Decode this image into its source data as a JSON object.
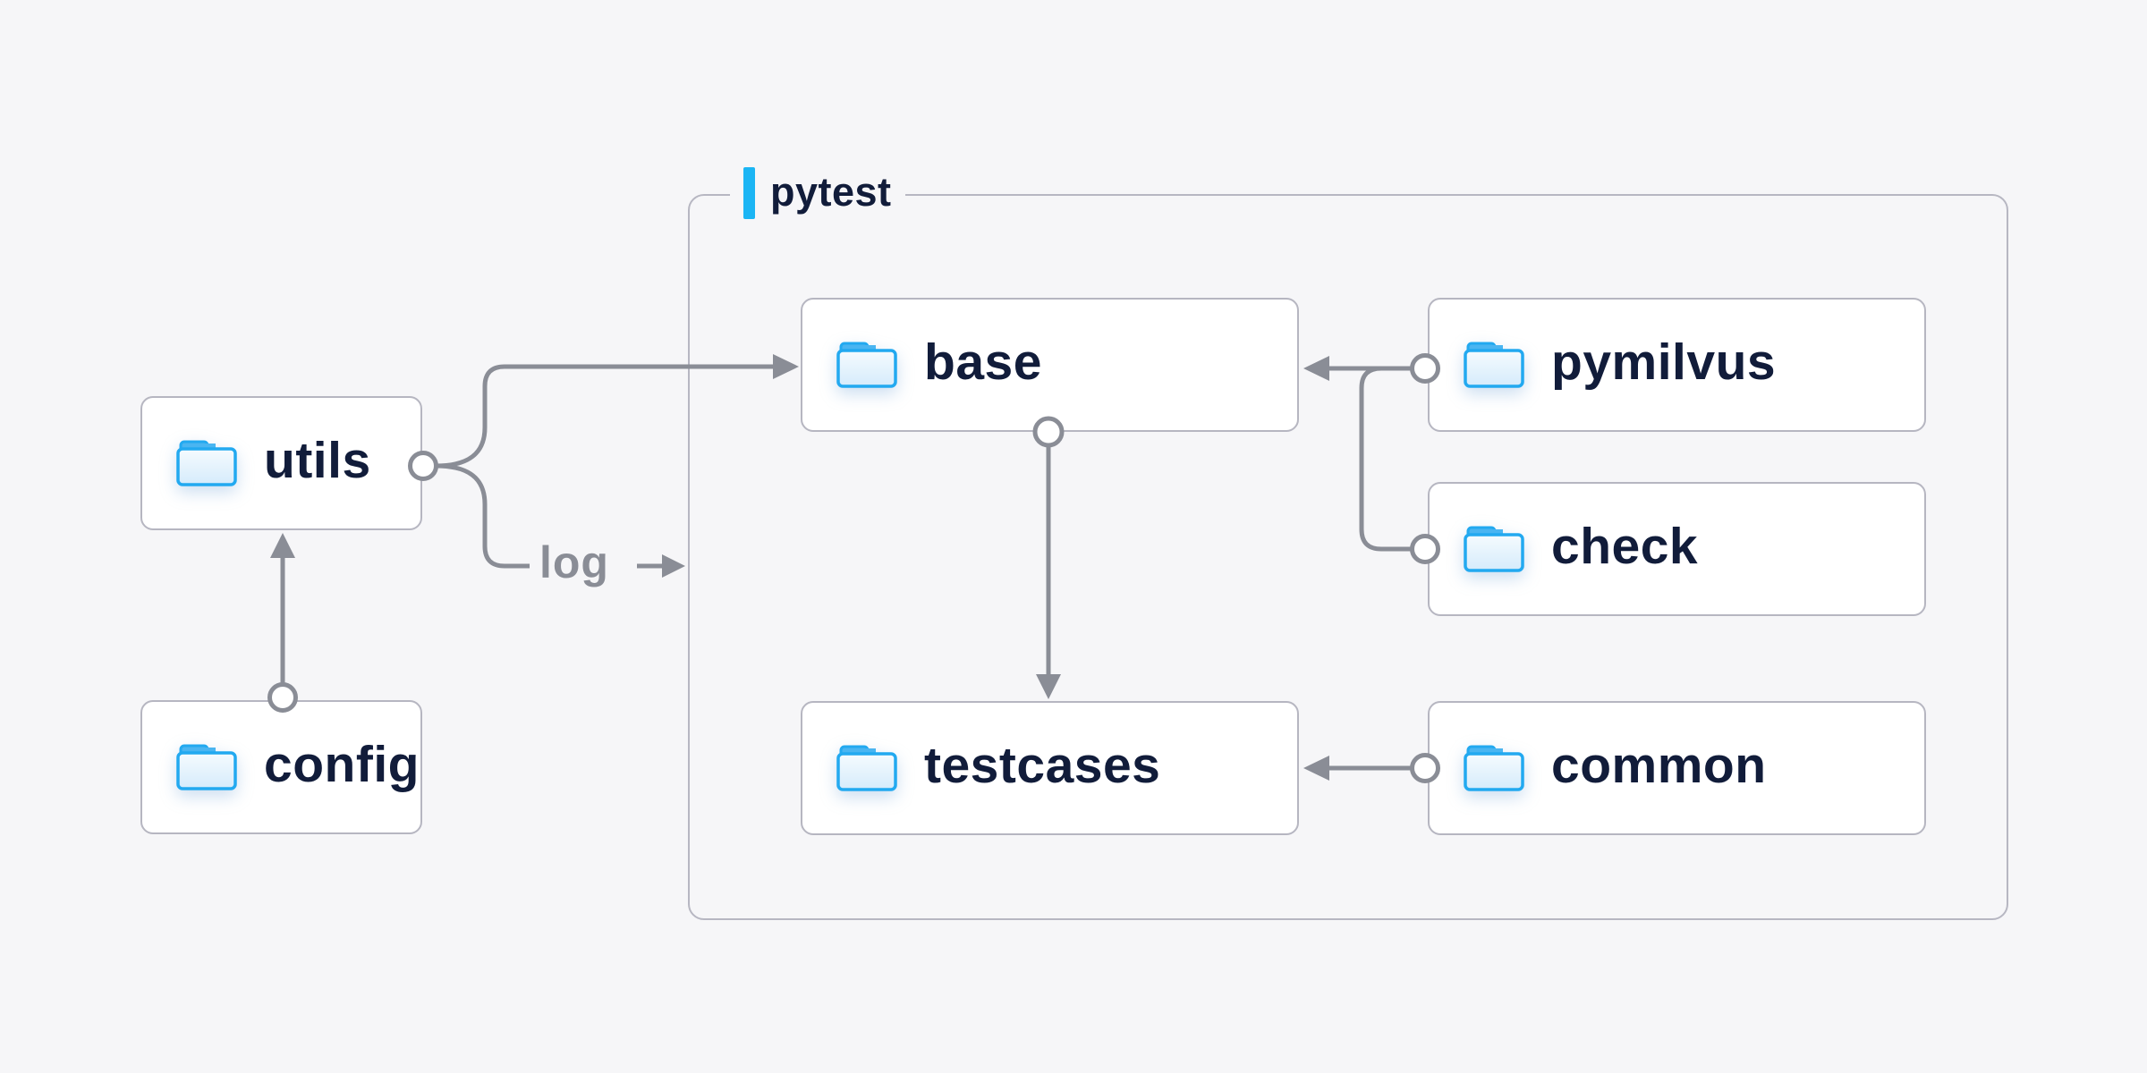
{
  "diagram": {
    "title_group": {
      "label": "pytest"
    },
    "nodes": {
      "utils": {
        "label": "utils"
      },
      "config": {
        "label": "config"
      },
      "base": {
        "label": "base"
      },
      "pymilvus": {
        "label": "pymilvus"
      },
      "check": {
        "label": "check"
      },
      "testcases": {
        "label": "testcases"
      },
      "common": {
        "label": "common"
      }
    },
    "edge_labels": {
      "log": "log"
    },
    "edges": [
      "utils -> base",
      "utils -> log -> pytest",
      "config -> utils",
      "base -> testcases",
      "pymilvus -> base",
      "check -> base",
      "common -> testcases"
    ],
    "icons": {
      "node_icon": "folder-icon"
    },
    "colors": {
      "background": "#f6f6f8",
      "accent_cyan": "#1bb5f4",
      "line_gray": "#8a8d96",
      "text_navy": "#111c3a",
      "node_border": "#b6b6c1",
      "container_border": "#b7b7c2",
      "node_fill": "#ffffff",
      "folder_stroke": "#22a9f0",
      "folder_tab": "#4ab5f1",
      "folder_body_light": "#f3fafe",
      "folder_body_dark": "#d5ebfb"
    }
  }
}
